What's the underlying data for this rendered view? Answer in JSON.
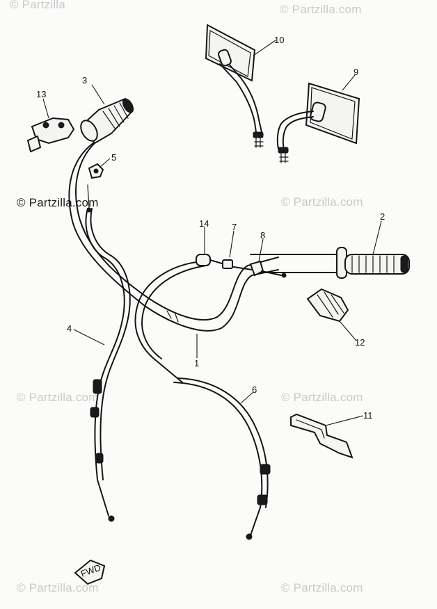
{
  "watermark": {
    "text": "© Partzilla.com",
    "text_dark": "© Partzilla.com",
    "text_top_left": "© Partzilla",
    "text_top_right": "© Partzilla.com"
  },
  "callouts": {
    "c1": "1",
    "c2": "2",
    "c3": "3",
    "c4": "4",
    "c5": "5",
    "c6": "6",
    "c7": "7",
    "c8": "8",
    "c9": "9",
    "c10": "10",
    "c11": "11",
    "c12": "12",
    "c13": "13",
    "c14": "14"
  },
  "fwd_label": "FWD",
  "colors": {
    "ink": "#151515",
    "watermark": "#c9c9c9",
    "background": "#fbfbf9"
  }
}
